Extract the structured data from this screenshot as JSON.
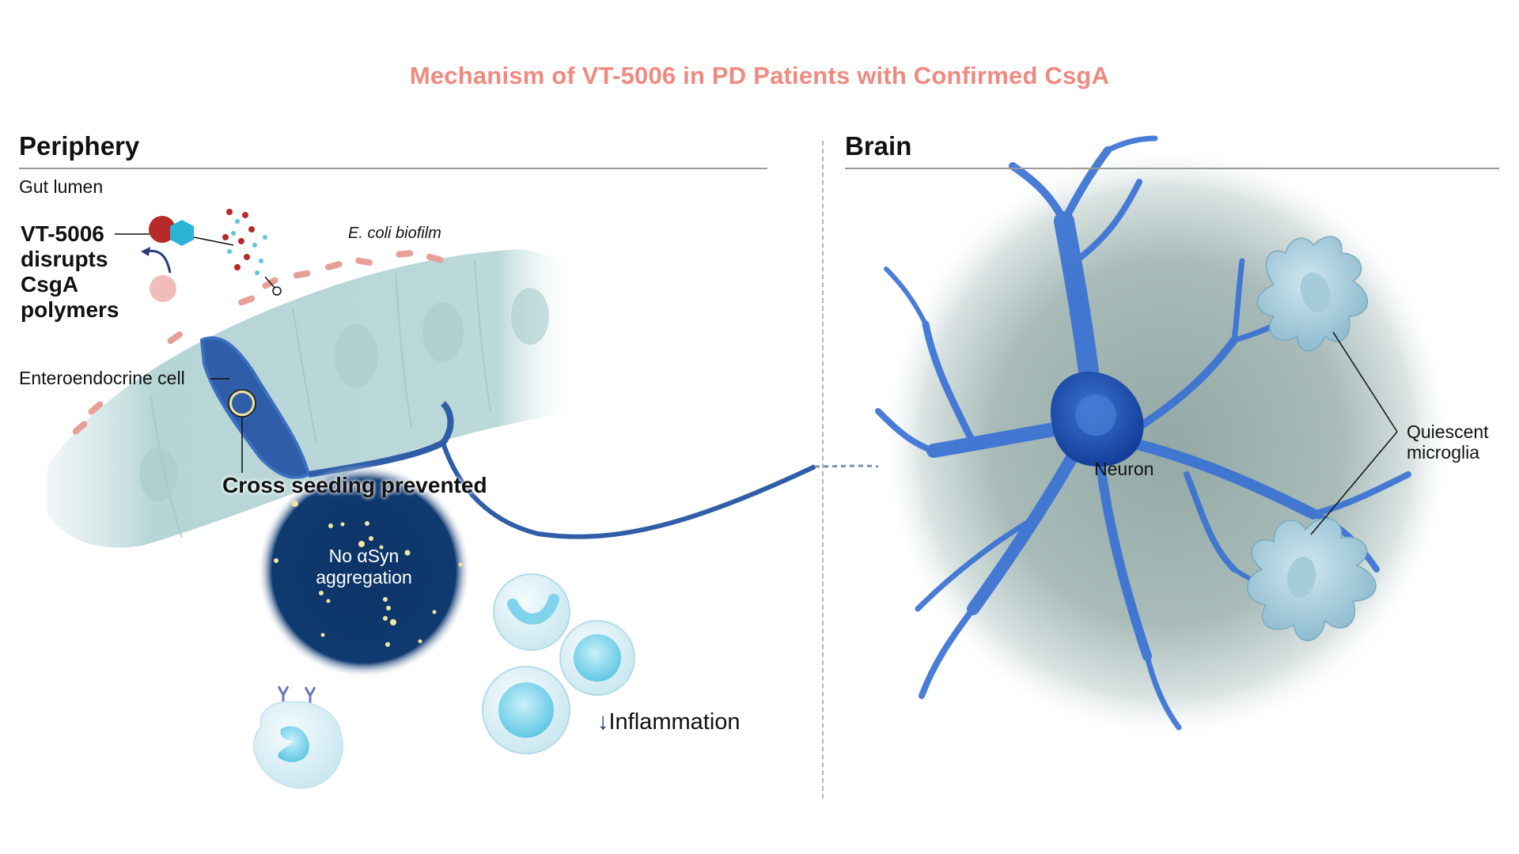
{
  "title": "Mechanism of VT-5006 in PD Patients with Confirmed CsgA",
  "colors": {
    "title": "#ef8a80",
    "neuron_blue": "#2a63c4",
    "dark_circle": "#0d3366",
    "aggregate_dot": "#f2e6a0",
    "epithelium": "#b3d3d4",
    "biofilm_pink": "#e8a29a",
    "immune_cell": "#bfe8f2"
  },
  "periphery": {
    "heading": "Periphery",
    "region_label": "Gut lumen",
    "drug_lines": [
      "VT-5006",
      "disrupts",
      "CsgA",
      "polymers"
    ],
    "biofilm_label": "E. coli biofilm",
    "cell_label": "Enteroendocrine cell",
    "cross_seeding_label": "Cross seeding prevented",
    "aggregation_lines": [
      "No αSyn",
      "aggregation"
    ],
    "inflammation_arrow": "↓",
    "inflammation_label": "Inflammation"
  },
  "brain": {
    "heading": "Brain",
    "neuron_label": "Neuron",
    "microglia_lines": [
      "Quiescent",
      "microglia"
    ]
  },
  "icons": {
    "drug_molecule": "hexagon-molecule-icon",
    "csga_polymer": "red-sphere-icon",
    "monomer": "pink-sphere-icon",
    "inflammation_down": "down-arrow-icon"
  }
}
